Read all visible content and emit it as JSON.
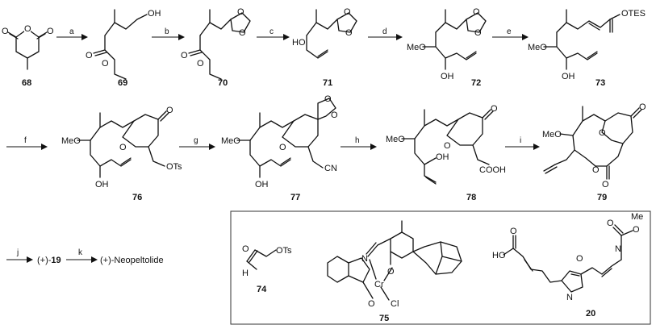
{
  "compounds": [
    {
      "id": "68"
    },
    {
      "id": "69"
    },
    {
      "id": "70"
    },
    {
      "id": "71"
    },
    {
      "id": "72"
    },
    {
      "id": "73"
    },
    {
      "id": "76"
    },
    {
      "id": "77"
    },
    {
      "id": "78"
    },
    {
      "id": "79"
    },
    {
      "id": "74"
    },
    {
      "id": "75"
    },
    {
      "id": "20"
    }
  ],
  "steps": [
    "a",
    "b",
    "c",
    "d",
    "e",
    "f",
    "g",
    "h",
    "i",
    "j",
    "k"
  ],
  "atoms": {
    "O": "O",
    "OH": "OH",
    "HO": "HO",
    "MeO": "MeO",
    "OTES": "OTES",
    "OTs": "OTs",
    "CN": "CN",
    "COOH": "COOH",
    "N": "N",
    "Cr": "Cr",
    "Cl": "Cl",
    "H": "H",
    "Me": "Me"
  },
  "final": {
    "plus": "(+)-",
    "compound": "19",
    "product": "(+)-Neopeltolide"
  }
}
